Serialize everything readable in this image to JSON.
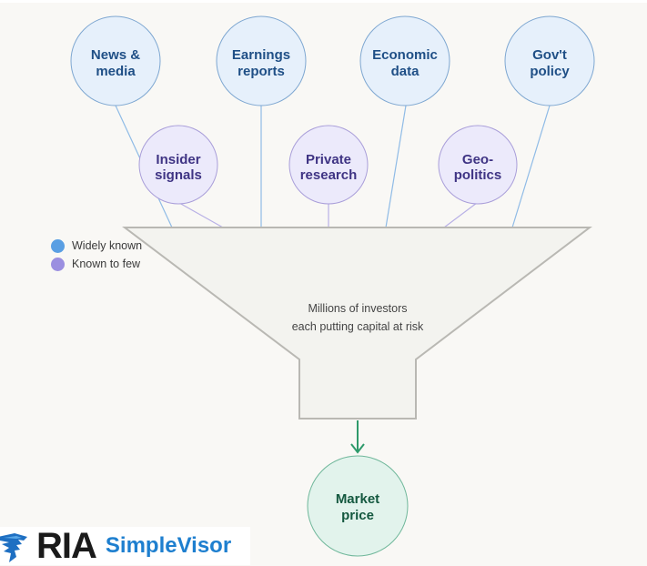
{
  "diagram": {
    "top_sources": [
      {
        "id": "news-media",
        "lines": [
          "News &",
          "media"
        ],
        "category": "widely_known"
      },
      {
        "id": "earnings-reports",
        "lines": [
          "Earnings",
          "reports"
        ],
        "category": "widely_known"
      },
      {
        "id": "economic-data",
        "lines": [
          "Economic",
          "data"
        ],
        "category": "widely_known"
      },
      {
        "id": "govt-policy",
        "lines": [
          "Gov't",
          "policy"
        ],
        "category": "widely_known"
      }
    ],
    "mid_sources": [
      {
        "id": "insider-signals",
        "lines": [
          "Insider",
          "signals"
        ],
        "category": "known_to_few"
      },
      {
        "id": "private-research",
        "lines": [
          "Private",
          "research"
        ],
        "category": "known_to_few"
      },
      {
        "id": "geopolitics",
        "lines": [
          "Geo-",
          "politics"
        ],
        "category": "known_to_few"
      }
    ],
    "funnel": {
      "lines": [
        "Millions of investors",
        "each putting capital at risk"
      ]
    },
    "output": {
      "id": "market-price",
      "lines": [
        "Market",
        "price"
      ]
    }
  },
  "legend": {
    "items": [
      {
        "label": "Widely known",
        "color": "#5a9fe3"
      },
      {
        "label": "Known to few",
        "color": "#9b8fe0"
      }
    ]
  },
  "colors": {
    "widely_known_fill": "#e6f0fb",
    "widely_known_stroke": "#7ea7d1",
    "known_to_few_fill": "#eceafb",
    "known_to_few_stroke": "#a99ed9",
    "output_fill": "#e2f3ec",
    "output_stroke": "#6fb79a",
    "arrow": "#2e9a6b",
    "funnel_fill": "#f3f3ef",
    "funnel_stroke": "#b9b8b3"
  },
  "logo": {
    "brand": "RIA",
    "product": "SimpleVisor"
  }
}
